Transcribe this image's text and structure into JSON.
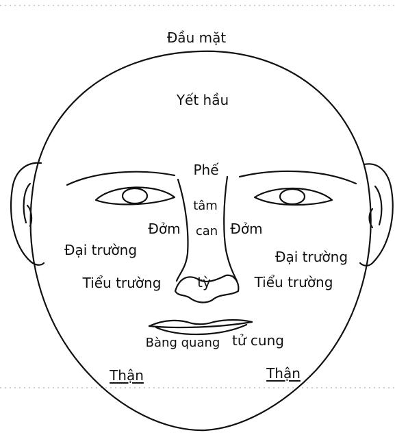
{
  "diagram": {
    "labels": {
      "dau_mat": "Đầu mặt",
      "yet_hau": "Yết hầu",
      "phe": "Phế",
      "tam": "tâm",
      "can": "can",
      "dom_left": "Đởm",
      "dom_right": "Đởm",
      "dai_truong_left": "Đại trường",
      "dai_truong_right": "Đại trường",
      "tieu_truong_left": "Tiểu trường",
      "tieu_truong_right": "Tiểu trường",
      "ty": "tỳ",
      "bang_quang": "Bàng quang",
      "tu_cung": "tử cung",
      "than_left": "Thận",
      "than_right": "Thận"
    },
    "colors": {
      "ink": "#111111",
      "background": "#ffffff"
    }
  }
}
